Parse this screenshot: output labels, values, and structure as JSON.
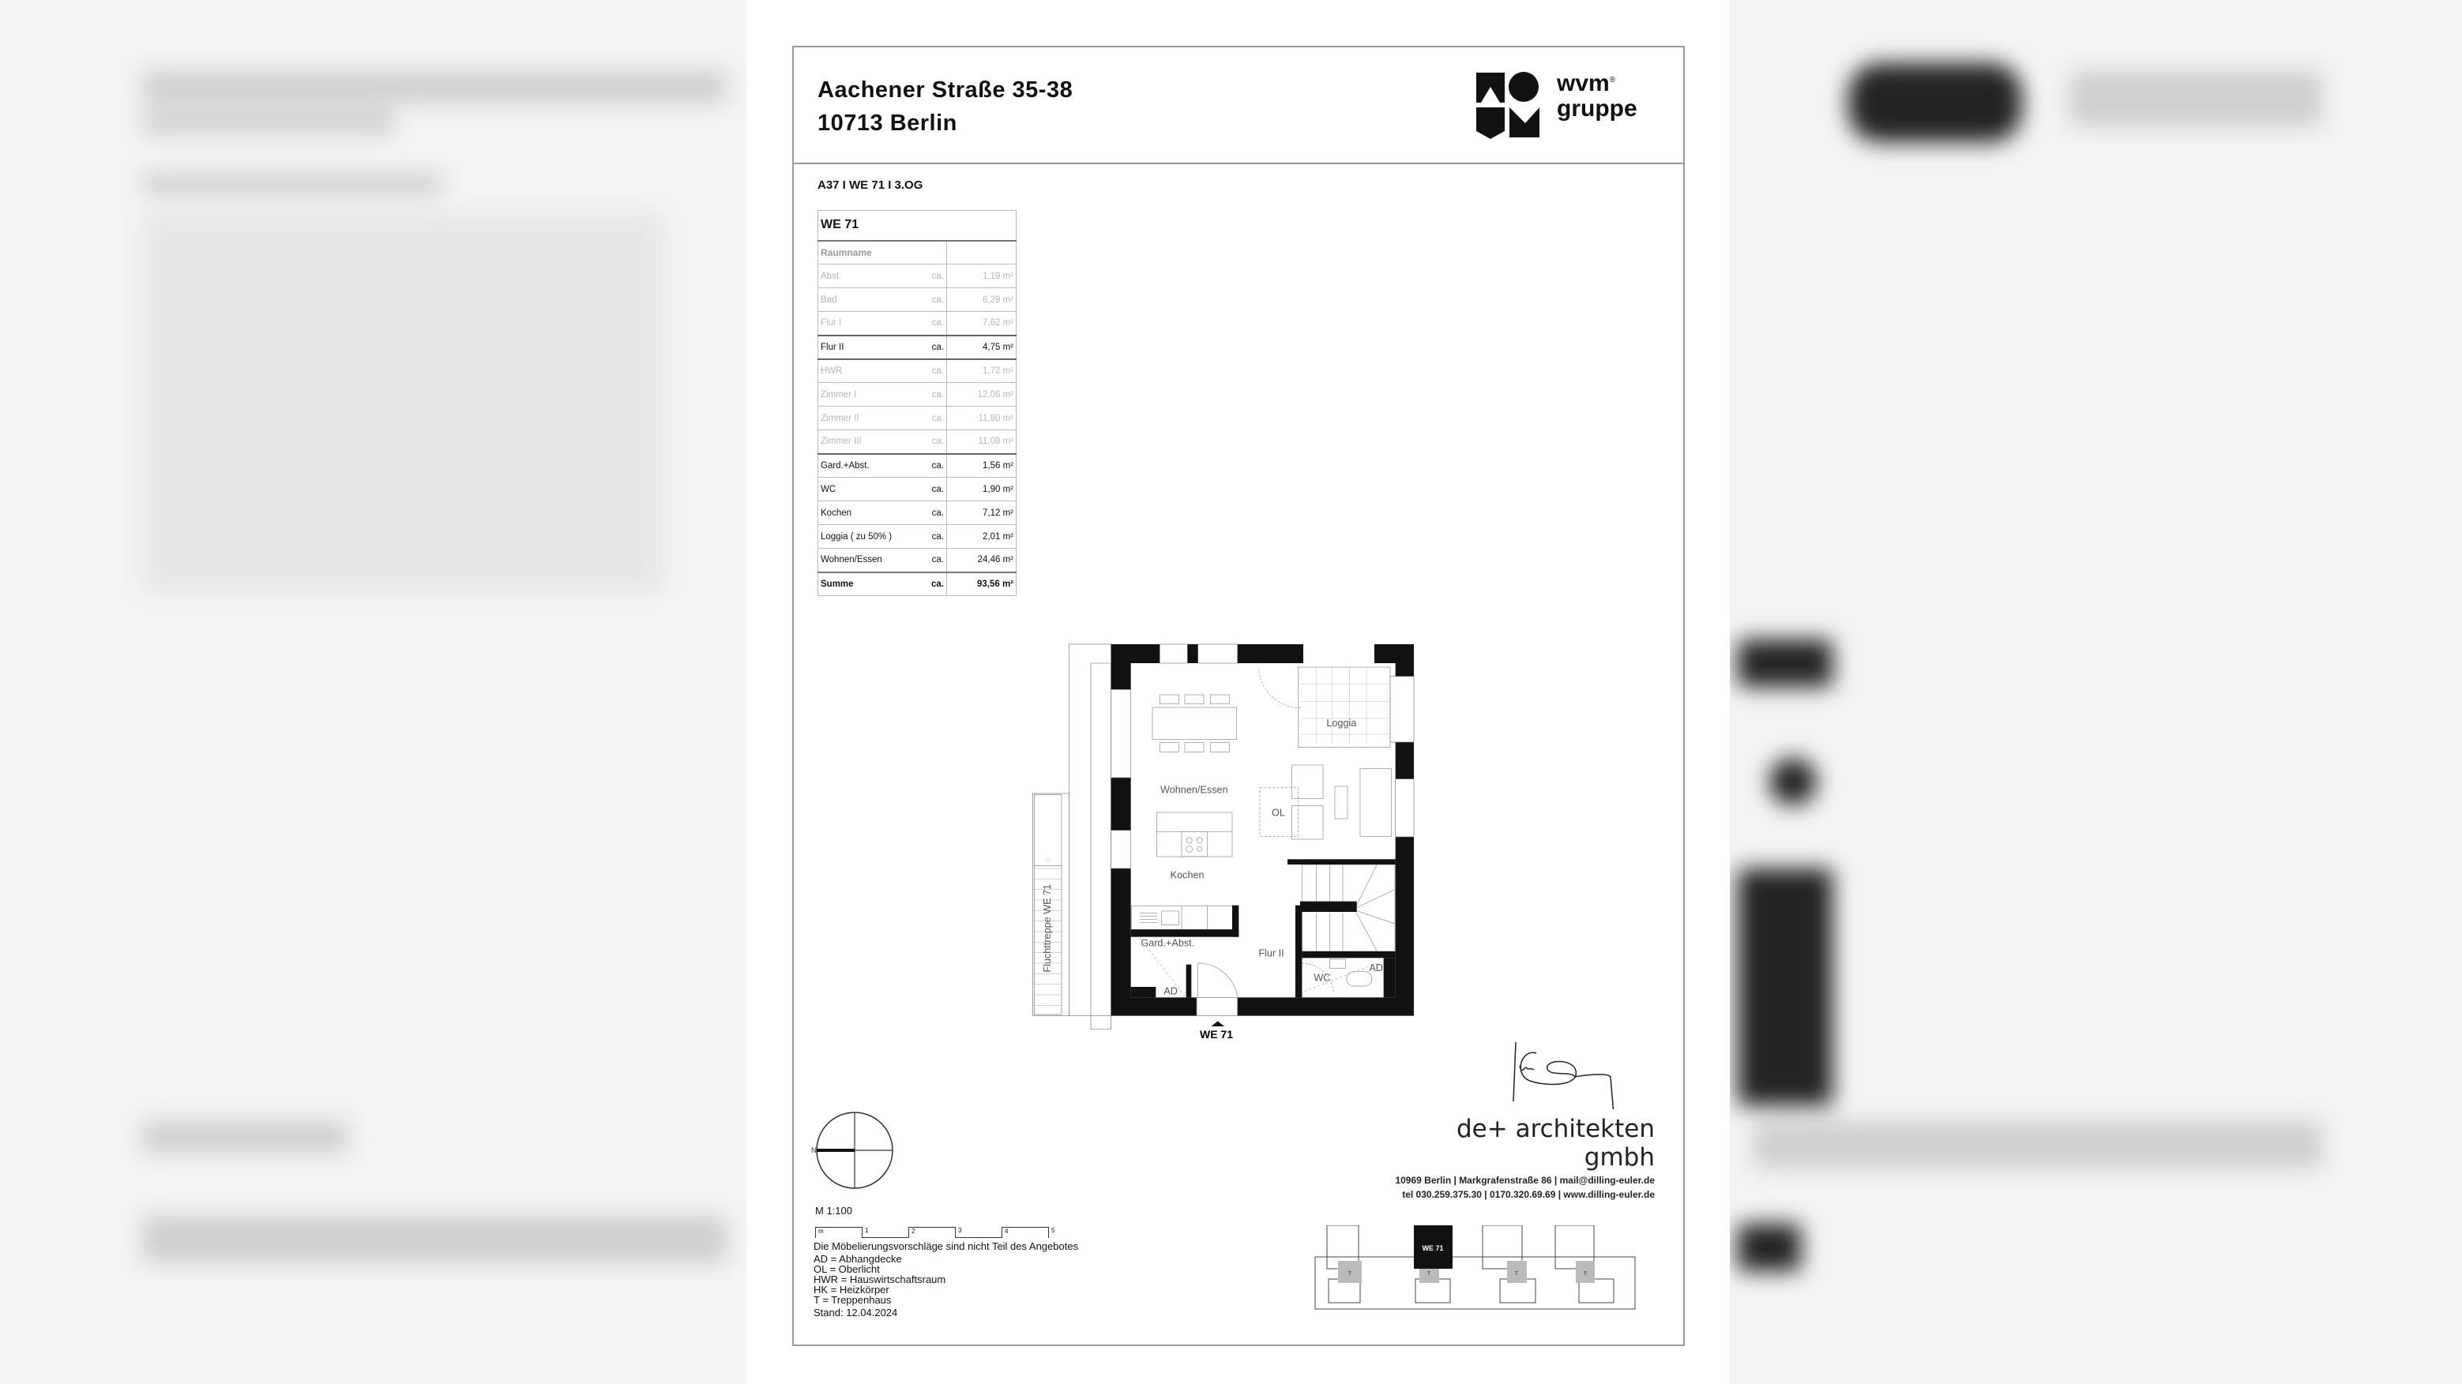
{
  "header": {
    "street": "Aachener Straße 35-38",
    "city": "10713 Berlin",
    "logo_text_top": "wvm",
    "logo_text_bottom": "gruppe",
    "logo_reg": "®"
  },
  "unit_line": "A37 I WE 71 I 3.OG",
  "room_table": {
    "title": "WE 71",
    "header": "Raumname",
    "rows": [
      {
        "name": "Abst.",
        "ca": "ca.",
        "area": "1,19 m²",
        "faint": true
      },
      {
        "name": "Bad",
        "ca": "ca.",
        "area": "6,29 m²",
        "faint": true
      },
      {
        "name": "Flur I",
        "ca": "ca.",
        "area": "7,62 m²",
        "faint": true
      },
      {
        "name": "Flur II",
        "ca": "ca.",
        "area": "4,75 m²",
        "faint": false
      },
      {
        "name": "HWR",
        "ca": "ca.",
        "area": "1,72 m²",
        "faint": true
      },
      {
        "name": "Zimmer I",
        "ca": "ca.",
        "area": "12,06 m²",
        "faint": true
      },
      {
        "name": "Zimmer II",
        "ca": "ca.",
        "area": "11,80 m²",
        "faint": true
      },
      {
        "name": "Zimmer III",
        "ca": "ca.",
        "area": "11,08 m²",
        "faint": true
      },
      {
        "name": "Gard.+Abst.",
        "ca": "ca.",
        "area": "1,56 m²",
        "faint": false
      },
      {
        "name": "WC",
        "ca": "ca.",
        "area": "1,90 m²",
        "faint": false
      },
      {
        "name": "Kochen",
        "ca": "ca.",
        "area": "7,12 m²",
        "faint": false
      },
      {
        "name": "Loggia ( zu 50% )",
        "ca": "ca.",
        "area": "2,01 m²",
        "faint": false
      },
      {
        "name": "Wohnen/Essen",
        "ca": "ca.",
        "area": "24,46 m²",
        "faint": false
      }
    ],
    "sum": {
      "name": "Summe",
      "ca": "ca.",
      "area": "93,56 m²"
    }
  },
  "plan": {
    "rooms": {
      "wohnen": "Wohnen/Essen",
      "kochen": "Kochen",
      "loggia": "Loggia",
      "ol": "OL",
      "flur": "Flur II",
      "gard": "Gard.+Abst.",
      "ad1": "AD",
      "ad2": "AD",
      "wc": "WC",
      "fluchttreppe": "Fluchttreppe WE 71"
    },
    "entry_label": "WE 71"
  },
  "scale": {
    "label": "M  1:100",
    "ticks": [
      "m",
      "1",
      "2",
      "3",
      "4",
      "5"
    ]
  },
  "legend": {
    "note": "Die Möbelierungsvorschläge sind nicht Teil des Angebotes",
    "items": [
      "AD = Abhangdecke",
      "OL = Oberlicht",
      "HWR = Hauswirtschaftsraum",
      "HK = Heizkörper",
      "T = Treppenhaus"
    ],
    "date": "Stand: 12.04.2024"
  },
  "architect": {
    "name": "de+ architekten gmbh",
    "line1": "10969 Berlin | Markgrafenstraße 86 | mail@dilling-euler.de",
    "line2": "tel 030.259.375.30 | 0170.320.69.69 | www.dilling-euler.de"
  },
  "keyplan": {
    "unit": "WE 71",
    "stair": "T"
  }
}
